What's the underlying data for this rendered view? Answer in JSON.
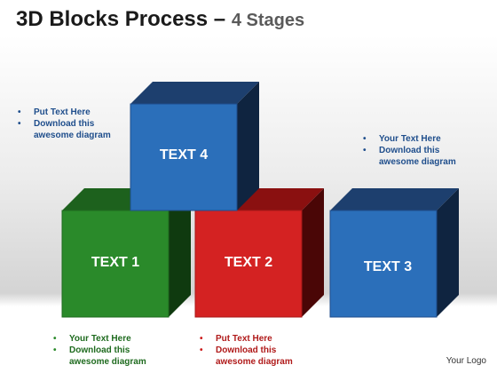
{
  "title": {
    "main": "3D Blocks Process –",
    "sub": "4 Stages"
  },
  "blocks": [
    {
      "label": "TEXT 1",
      "color": "#2a8a2a"
    },
    {
      "label": "TEXT 2",
      "color": "#d42222"
    },
    {
      "label": "TEXT 3",
      "color": "#2b6fba"
    },
    {
      "label": "TEXT 4",
      "color": "#2b6fba"
    }
  ],
  "notes": {
    "top_left": [
      "Put Text Here",
      "Download this awesome diagram"
    ],
    "top_right": [
      "Your Text Here",
      "Download this awesome diagram"
    ],
    "bottom_left": [
      "Your Text Here",
      "Download this awesome diagram"
    ],
    "bottom_middle": [
      "Put Text Here",
      "Download this awesome diagram"
    ]
  },
  "logo": "Your Logo"
}
